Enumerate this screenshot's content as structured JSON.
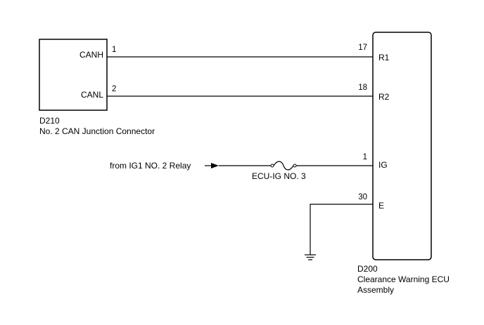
{
  "d210": {
    "code": "D210",
    "name": "No. 2 CAN Junction Connector",
    "pins": [
      {
        "terminal": "CANH",
        "number": "1"
      },
      {
        "terminal": "CANL",
        "number": "2"
      }
    ]
  },
  "d200": {
    "code": "D200",
    "name_line1": "Clearance Warning ECU",
    "name_line2": "Assembly",
    "pins": [
      {
        "terminal": "R1",
        "number": "17"
      },
      {
        "terminal": "R2",
        "number": "18"
      },
      {
        "terminal": "IG",
        "number": "1"
      },
      {
        "terminal": "E",
        "number": "30"
      }
    ]
  },
  "power_source": "from IG1 NO. 2 Relay",
  "fuse": "ECU-IG NO. 3",
  "colors": {
    "line": "#000000",
    "background": "#ffffff"
  }
}
